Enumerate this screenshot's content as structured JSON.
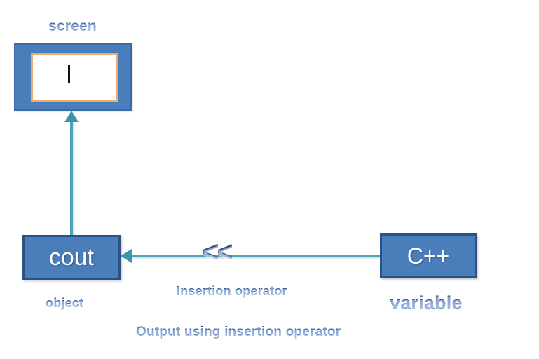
{
  "diagram": {
    "title": "Output using insertion operator",
    "background_color": "#ffffff",
    "labels": {
      "screen": "screen",
      "object": "object",
      "insertion_operator": "Insertion operator",
      "variable": "variable",
      "caption": "Output using insertion operator"
    },
    "nodes": {
      "screen_box": {
        "label": "",
        "fill_color": "#4a7ebb",
        "border_color": "#3d6ca4",
        "inner_fill": "#ffffff",
        "inner_border_color": "#efab6d",
        "caret": "|"
      },
      "cout_box": {
        "label": "cout",
        "fill_color": "#4a7ebb",
        "border_color": "#2a5383",
        "text_color": "#ffffff"
      },
      "cpp_box": {
        "label": "C++",
        "fill_color": "#4a7ebb",
        "border_color": "#2a5383",
        "text_color": "#ffffff"
      }
    },
    "operator_glyph": "<<",
    "arrows": {
      "cpp_to_cout": {
        "direction": "left",
        "color": "#4ba3bc",
        "from": "C++",
        "to": "cout"
      },
      "cout_to_screen": {
        "direction": "up",
        "color": "#4ba3bc",
        "from": "cout",
        "to": "screen"
      }
    },
    "label_color": "#2f5597"
  }
}
